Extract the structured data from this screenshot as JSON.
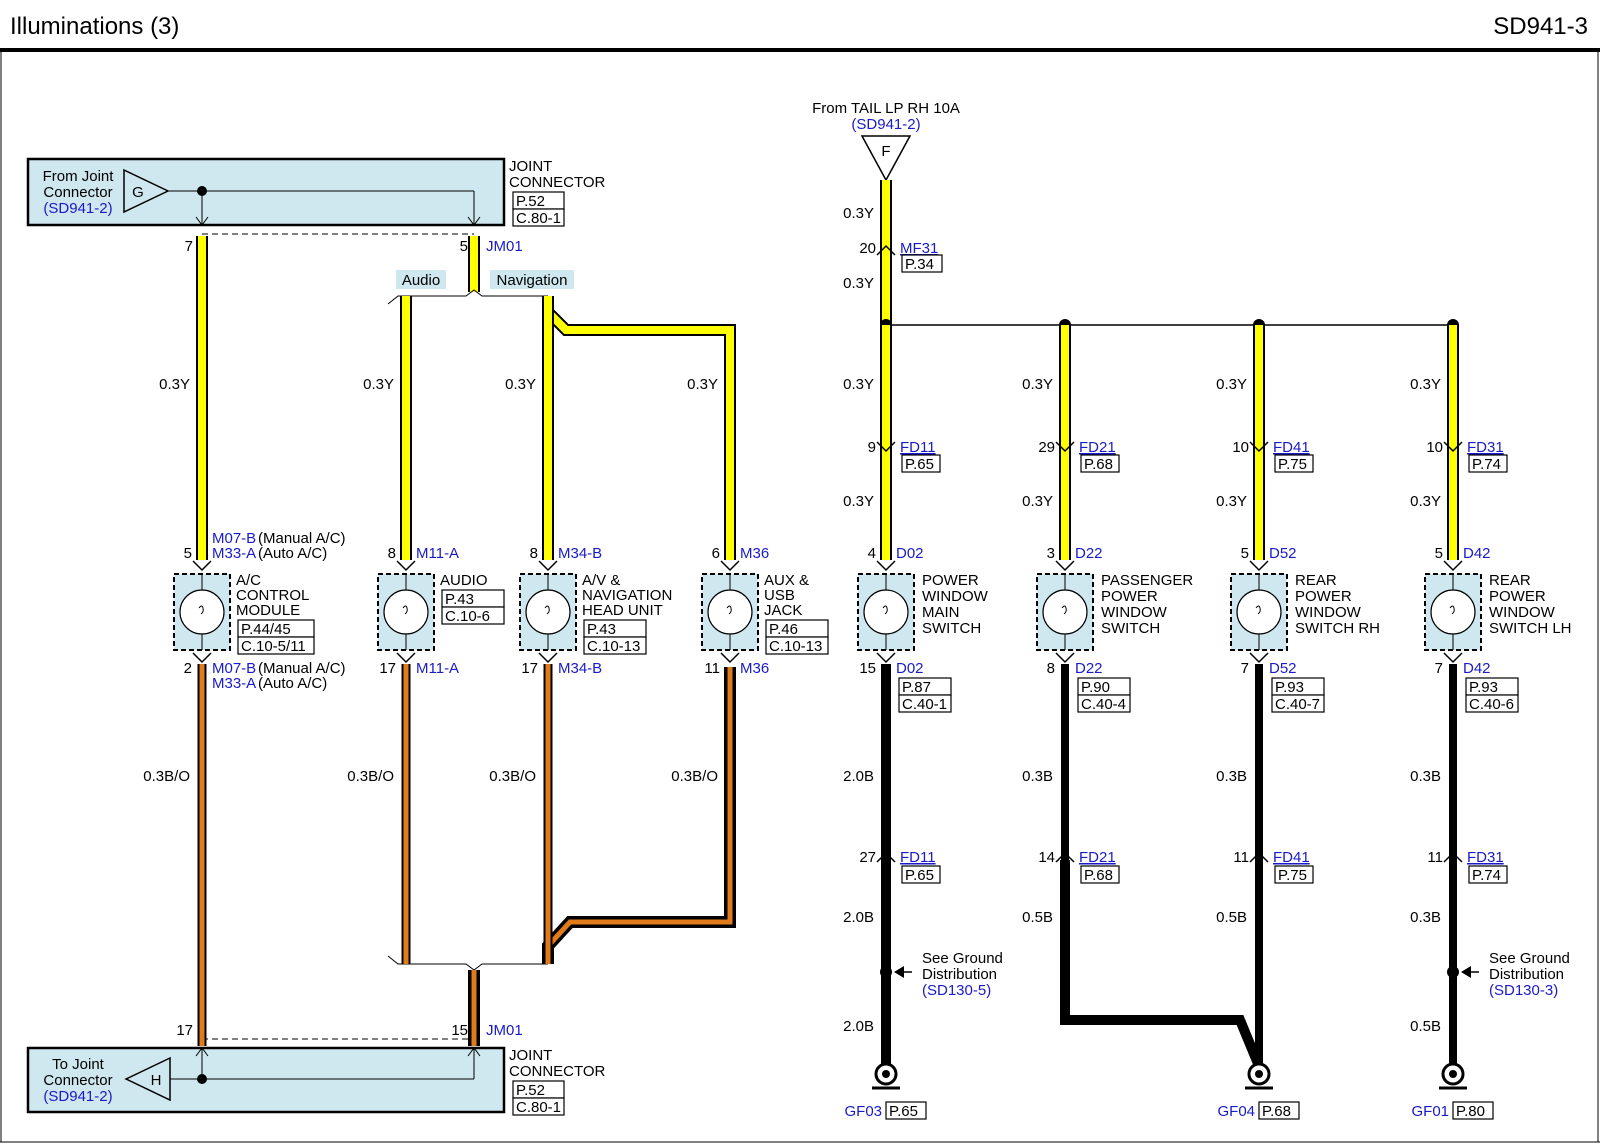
{
  "header": {
    "title": "Illuminations (3)",
    "code": "SD941-3"
  },
  "joint_top": {
    "from_label_1": "From Joint",
    "from_label_2": "Connector",
    "from_ref": "(SD941-2)",
    "letter": "G",
    "name_1": "JOINT",
    "name_2": "CONNECTOR",
    "page": "P.52",
    "conn": "C.80-1",
    "pin_left": "7",
    "pin_right": "5",
    "connector_id": "JM01"
  },
  "joint_bottom": {
    "to_label_1": "To Joint",
    "to_label_2": "Connector",
    "to_ref": "(SD941-2)",
    "letter": "H",
    "name_1": "JOINT",
    "name_2": "CONNECTOR",
    "page": "P.52",
    "conn": "C.80-1",
    "pin_left": "17",
    "pin_right": "15",
    "connector_id": "JM01"
  },
  "option_labels": {
    "audio": "Audio",
    "navigation": "Navigation"
  },
  "source": {
    "label": "From TAIL LP RH 10A",
    "ref": "(SD941-2)",
    "letter": "F"
  },
  "mf31": {
    "pin": "20",
    "id": "MF31",
    "page": "P.34",
    "wire_above": "0.3Y",
    "wire_below": "0.3Y"
  },
  "left_components": [
    {
      "top_pin": "5",
      "top_id_1": "M07-B",
      "top_note_1": "(Manual A/C)",
      "top_id_2": "M33-A",
      "top_note_2": "(Auto A/C)",
      "name": [
        "A/C",
        "CONTROL",
        "MODULE"
      ],
      "page": "P.44/45",
      "conn": "C.10-5/11",
      "bot_pin": "2",
      "bot_id_1": "M07-B",
      "bot_note_1": "(Manual A/C)",
      "bot_id_2": "M33-A",
      "bot_note_2": "(Auto A/C)",
      "wire_top": "0.3Y",
      "wire_bottom": "0.3B/O"
    },
    {
      "top_pin": "8",
      "top_id_1": "M11-A",
      "name": [
        "AUDIO"
      ],
      "page": "P.43",
      "conn": "C.10-6",
      "bot_pin": "17",
      "bot_id_1": "M11-A",
      "wire_top": "0.3Y",
      "wire_bottom": "0.3B/O"
    },
    {
      "top_pin": "8",
      "top_id_1": "M34-B",
      "name": [
        "A/V &",
        "NAVIGATION",
        "HEAD UNIT"
      ],
      "page": "P.43",
      "conn": "C.10-13",
      "bot_pin": "17",
      "bot_id_1": "M34-B",
      "wire_top": "0.3Y",
      "wire_bottom": "0.3B/O"
    },
    {
      "top_pin": "6",
      "top_id_1": "M36",
      "name": [
        "AUX &",
        "USB",
        "JACK"
      ],
      "page": "P.46",
      "conn": "C.10-13",
      "bot_pin": "11",
      "bot_id_1": "M36",
      "wire_top": "0.3Y",
      "wire_bottom": "0.3B/O"
    }
  ],
  "switches": [
    {
      "wire_a": "0.3Y",
      "fd_pin": "9",
      "fd_id": "FD11",
      "fd_page": "P.65",
      "wire_b": "0.3Y",
      "top_pin": "4",
      "top_id": "D02",
      "name": [
        "POWER",
        "WINDOW",
        "MAIN",
        "SWITCH"
      ],
      "bot_pin": "15",
      "bot_id": "D02",
      "page": "P.87",
      "conn": "C.40-1",
      "wire_c": "2.0B",
      "gfd_pin": "27",
      "gfd_id": "FD11",
      "gfd_page": "P.65",
      "wire_d": "2.0B",
      "see_1": "See Ground",
      "see_2": "Distribution",
      "see_ref": "(SD130-5)",
      "wire_e": "2.0B",
      "ground_id": "GF03",
      "ground_page": "P.65"
    },
    {
      "wire_a": "0.3Y",
      "fd_pin": "29",
      "fd_id": "FD21",
      "fd_page": "P.68",
      "wire_b": "0.3Y",
      "top_pin": "3",
      "top_id": "D22",
      "name": [
        "PASSENGER",
        "POWER",
        "WINDOW",
        "SWITCH"
      ],
      "bot_pin": "8",
      "bot_id": "D22",
      "page": "P.90",
      "conn": "C.40-4",
      "wire_c": "0.3B",
      "gfd_pin": "14",
      "gfd_id": "FD21",
      "gfd_page": "P.68",
      "wire_d": "0.5B"
    },
    {
      "wire_a": "0.3Y",
      "fd_pin": "10",
      "fd_id": "FD41",
      "fd_page": "P.75",
      "wire_b": "0.3Y",
      "top_pin": "5",
      "top_id": "D52",
      "name": [
        "REAR",
        "POWER",
        "WINDOW",
        "SWITCH RH"
      ],
      "bot_pin": "7",
      "bot_id": "D52",
      "page": "P.93",
      "conn": "C.40-7",
      "wire_c": "0.3B",
      "gfd_pin": "11",
      "gfd_id": "FD41",
      "gfd_page": "P.75",
      "wire_d": "0.5B",
      "ground_id": "GF04",
      "ground_page": "P.68"
    },
    {
      "wire_a": "0.3Y",
      "fd_pin": "10",
      "fd_id": "FD31",
      "fd_page": "P.74",
      "wire_b": "0.3Y",
      "top_pin": "5",
      "top_id": "D42",
      "name": [
        "REAR",
        "POWER",
        "WINDOW",
        "SWITCH LH"
      ],
      "bot_pin": "7",
      "bot_id": "D42",
      "page": "P.93",
      "conn": "C.40-6",
      "wire_c": "0.3B",
      "gfd_pin": "11",
      "gfd_id": "FD31",
      "gfd_page": "P.74",
      "wire_d": "0.3B",
      "see_1": "See Ground",
      "see_2": "Distribution",
      "see_ref": "(SD130-3)",
      "wire_e": "0.5B",
      "ground_id": "GF01",
      "ground_page": "P.80"
    }
  ],
  "colors": {
    "wire_yellow": "#ffff00",
    "wire_orange": "#e07a1a",
    "wire_black": "#000000",
    "ref_blue": "#1a1ac8",
    "connector_fill": "#cfe8f0"
  }
}
